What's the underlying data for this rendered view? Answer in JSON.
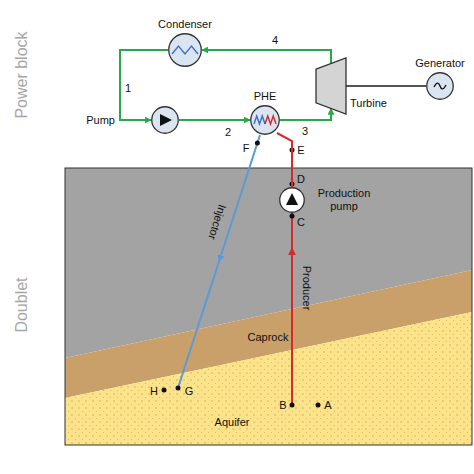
{
  "diagram": {
    "nodes": [
      {
        "text": [
          "Condenser"
        ]
      },
      {
        "text": [
          "Pump"
        ]
      },
      {
        "text": [
          "PHE"
        ]
      },
      {
        "text": [
          "Turbine"
        ]
      },
      {
        "text": [
          "Generator"
        ]
      },
      {
        "text": [
          "Production pump"
        ]
      }
    ],
    "edges": [
      {
        "from": 0,
        "to": 1,
        "arrow": "to",
        "label": "1"
      },
      {
        "from": 1,
        "to": 2,
        "arrow": "to",
        "label": "2"
      },
      {
        "from": 2,
        "to": 3,
        "arrow": "to",
        "label": "3"
      },
      {
        "from": 3,
        "to": 0,
        "arrow": "to",
        "label": "4"
      },
      {
        "from": 3,
        "to": 4,
        "arrow": "none"
      },
      {
        "from": 5,
        "to": 2,
        "arrow": "none"
      }
    ],
    "labels": [
      "Power block",
      "Doublet",
      "Producer",
      "Injector",
      "Caprock",
      "Aquifer",
      "A",
      "B",
      "C",
      "D",
      "E",
      "F",
      "G",
      "H"
    ]
  }
}
